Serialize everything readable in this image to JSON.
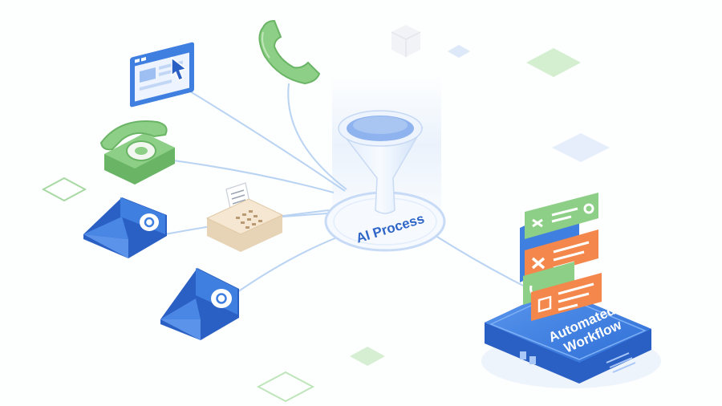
{
  "hub": {
    "label": "AI Process"
  },
  "platform": {
    "line1": "Automated",
    "line2": "Workflow"
  },
  "colors": {
    "blue": "#3f7fe0",
    "blue_dark": "#2a5fc4",
    "light_blue": "#c9dcf9",
    "green": "#8dcf86",
    "green_dark": "#6ab565",
    "orange": "#f4874b",
    "cream": "#f5e7d1",
    "line": "#b9d3f3"
  },
  "sources": [
    "browser-window-icon",
    "mobile-phone-handset-icon",
    "desk-telephone-icon",
    "fax-machine-icon",
    "email-envelope-icon",
    "email-envelope-icon"
  ]
}
